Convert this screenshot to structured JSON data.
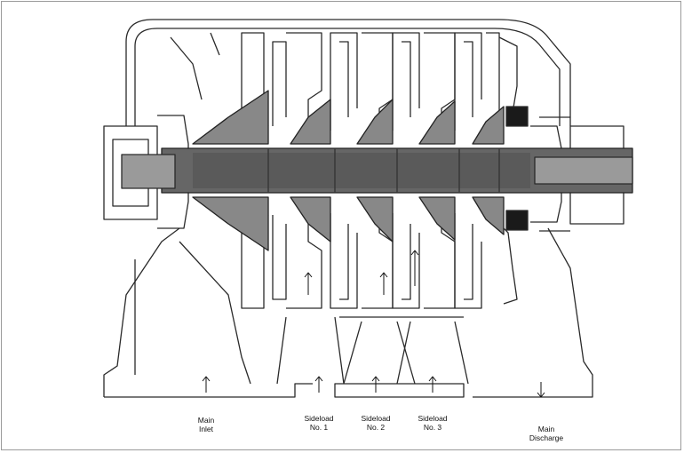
{
  "labels": {
    "main_inlet": [
      "Main",
      "Inlet"
    ],
    "sideload_1": [
      "Sideload",
      "No. 1"
    ],
    "sideload_2": [
      "Sideload",
      "No. 2"
    ],
    "sideload_3": [
      "Sideload",
      "No. 3"
    ],
    "main_discharge": [
      "Main",
      "Discharge"
    ]
  },
  "colors": {
    "line": "#2a2a2a",
    "shaft_fill": "#666666",
    "impeller_fill": "#888888",
    "seal_fill": "#1a1a1a",
    "background": "#ffffff"
  },
  "icons": {
    "flow_arrow": "up-arrow",
    "discharge_arrow": "down-arrow"
  }
}
